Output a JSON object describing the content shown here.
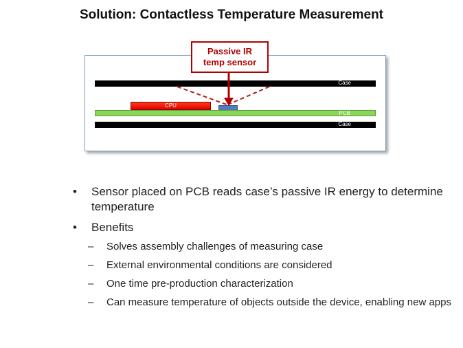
{
  "title": "Solution: Contactless Temperature Measurement",
  "diagram": {
    "callout_line1": "Passive IR",
    "callout_line2": "temp sensor",
    "case_top_label": "Case",
    "case_bottom_label": "Case",
    "pcb_label": "PCB",
    "cpu_label": "CPU"
  },
  "bullets": [
    {
      "text": "Sensor placed on PCB reads case’s passive IR energy to determine temperature"
    },
    {
      "text": "Benefits"
    }
  ],
  "sub_bullets": [
    "Solves assembly challenges of measuring case",
    "External environmental conditions are considered",
    "One time pre-production characterization",
    "Can measure temperature of objects outside the device, enabling new apps"
  ],
  "colors": {
    "callout": "#b00000",
    "pcb": "#8bd55e",
    "cpu": "#e00000",
    "sensor": "#4f7cc0"
  }
}
